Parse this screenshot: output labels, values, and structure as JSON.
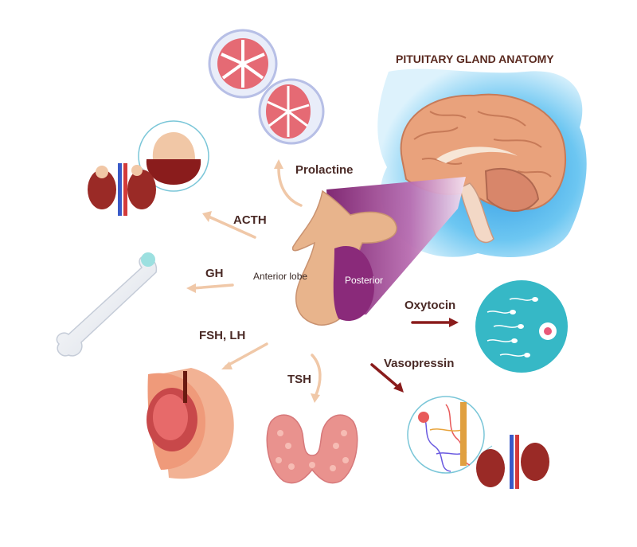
{
  "title": "PITUITARY GLAND ANATOMY",
  "labels": {
    "prolactine": "Prolactine",
    "acth": "ACTH",
    "gh": "GH",
    "fsh_lh": "FSH, LH",
    "tsh": "TSH",
    "oxytocin": "Oxytocin",
    "vasopressin": "Vasopressin",
    "anterior_lobe": "Anterior lobe",
    "posterior": "Posterior"
  },
  "colors": {
    "label_text": "#4a2a26",
    "anterior_arrow": "#f0c8a8",
    "posterior_arrow": "#8a1c1c",
    "gland": "#e8b48c",
    "posterior_lobe": "#8a2a7a",
    "brain": "#e8a07a",
    "sky_backdrop": "#38a8e8",
    "sperm_circle": "#3cbcc8",
    "kidney": "#8a1c1c"
  },
  "icons": [
    "brain-icon",
    "pituitary-gland-icon",
    "mammary-gland-icon",
    "adrenal-kidney-icon",
    "bone-icon",
    "uterus-ovary-icon",
    "thyroid-icon",
    "sperm-cells-icon",
    "nephron-kidney-icon"
  ]
}
